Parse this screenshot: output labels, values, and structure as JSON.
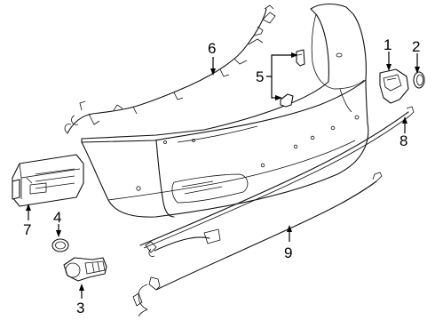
{
  "callouts": [
    {
      "id": "1",
      "text": "1"
    },
    {
      "id": "2",
      "text": "2"
    },
    {
      "id": "3",
      "text": "3"
    },
    {
      "id": "4",
      "text": "4"
    },
    {
      "id": "5",
      "text": "5"
    },
    {
      "id": "6",
      "text": "6"
    },
    {
      "id": "7",
      "text": "7"
    },
    {
      "id": "8",
      "text": "8"
    },
    {
      "id": "9",
      "text": "9"
    }
  ],
  "parts": [
    {
      "callout": "1",
      "name": "parking-sensor-housing"
    },
    {
      "callout": "2",
      "name": "sensor-retainer-ring"
    },
    {
      "callout": "3",
      "name": "parking-sensor"
    },
    {
      "callout": "4",
      "name": "sensor-ring"
    },
    {
      "callout": "5",
      "name": "mounting-brackets"
    },
    {
      "callout": "6",
      "name": "bumper-wiring-harness"
    },
    {
      "callout": "7",
      "name": "control-module"
    },
    {
      "callout": "8",
      "name": "trim-strip"
    },
    {
      "callout": "9",
      "name": "sensor-wiring-harness"
    }
  ]
}
